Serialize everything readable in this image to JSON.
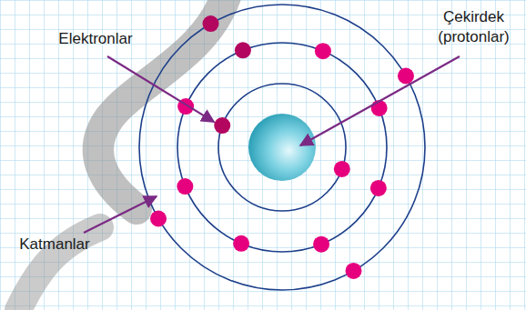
{
  "diagram": {
    "labels": [
      "Elektronlar",
      "Çekirdek (protonlar)",
      "Katmanlar"
    ]
  }
}
